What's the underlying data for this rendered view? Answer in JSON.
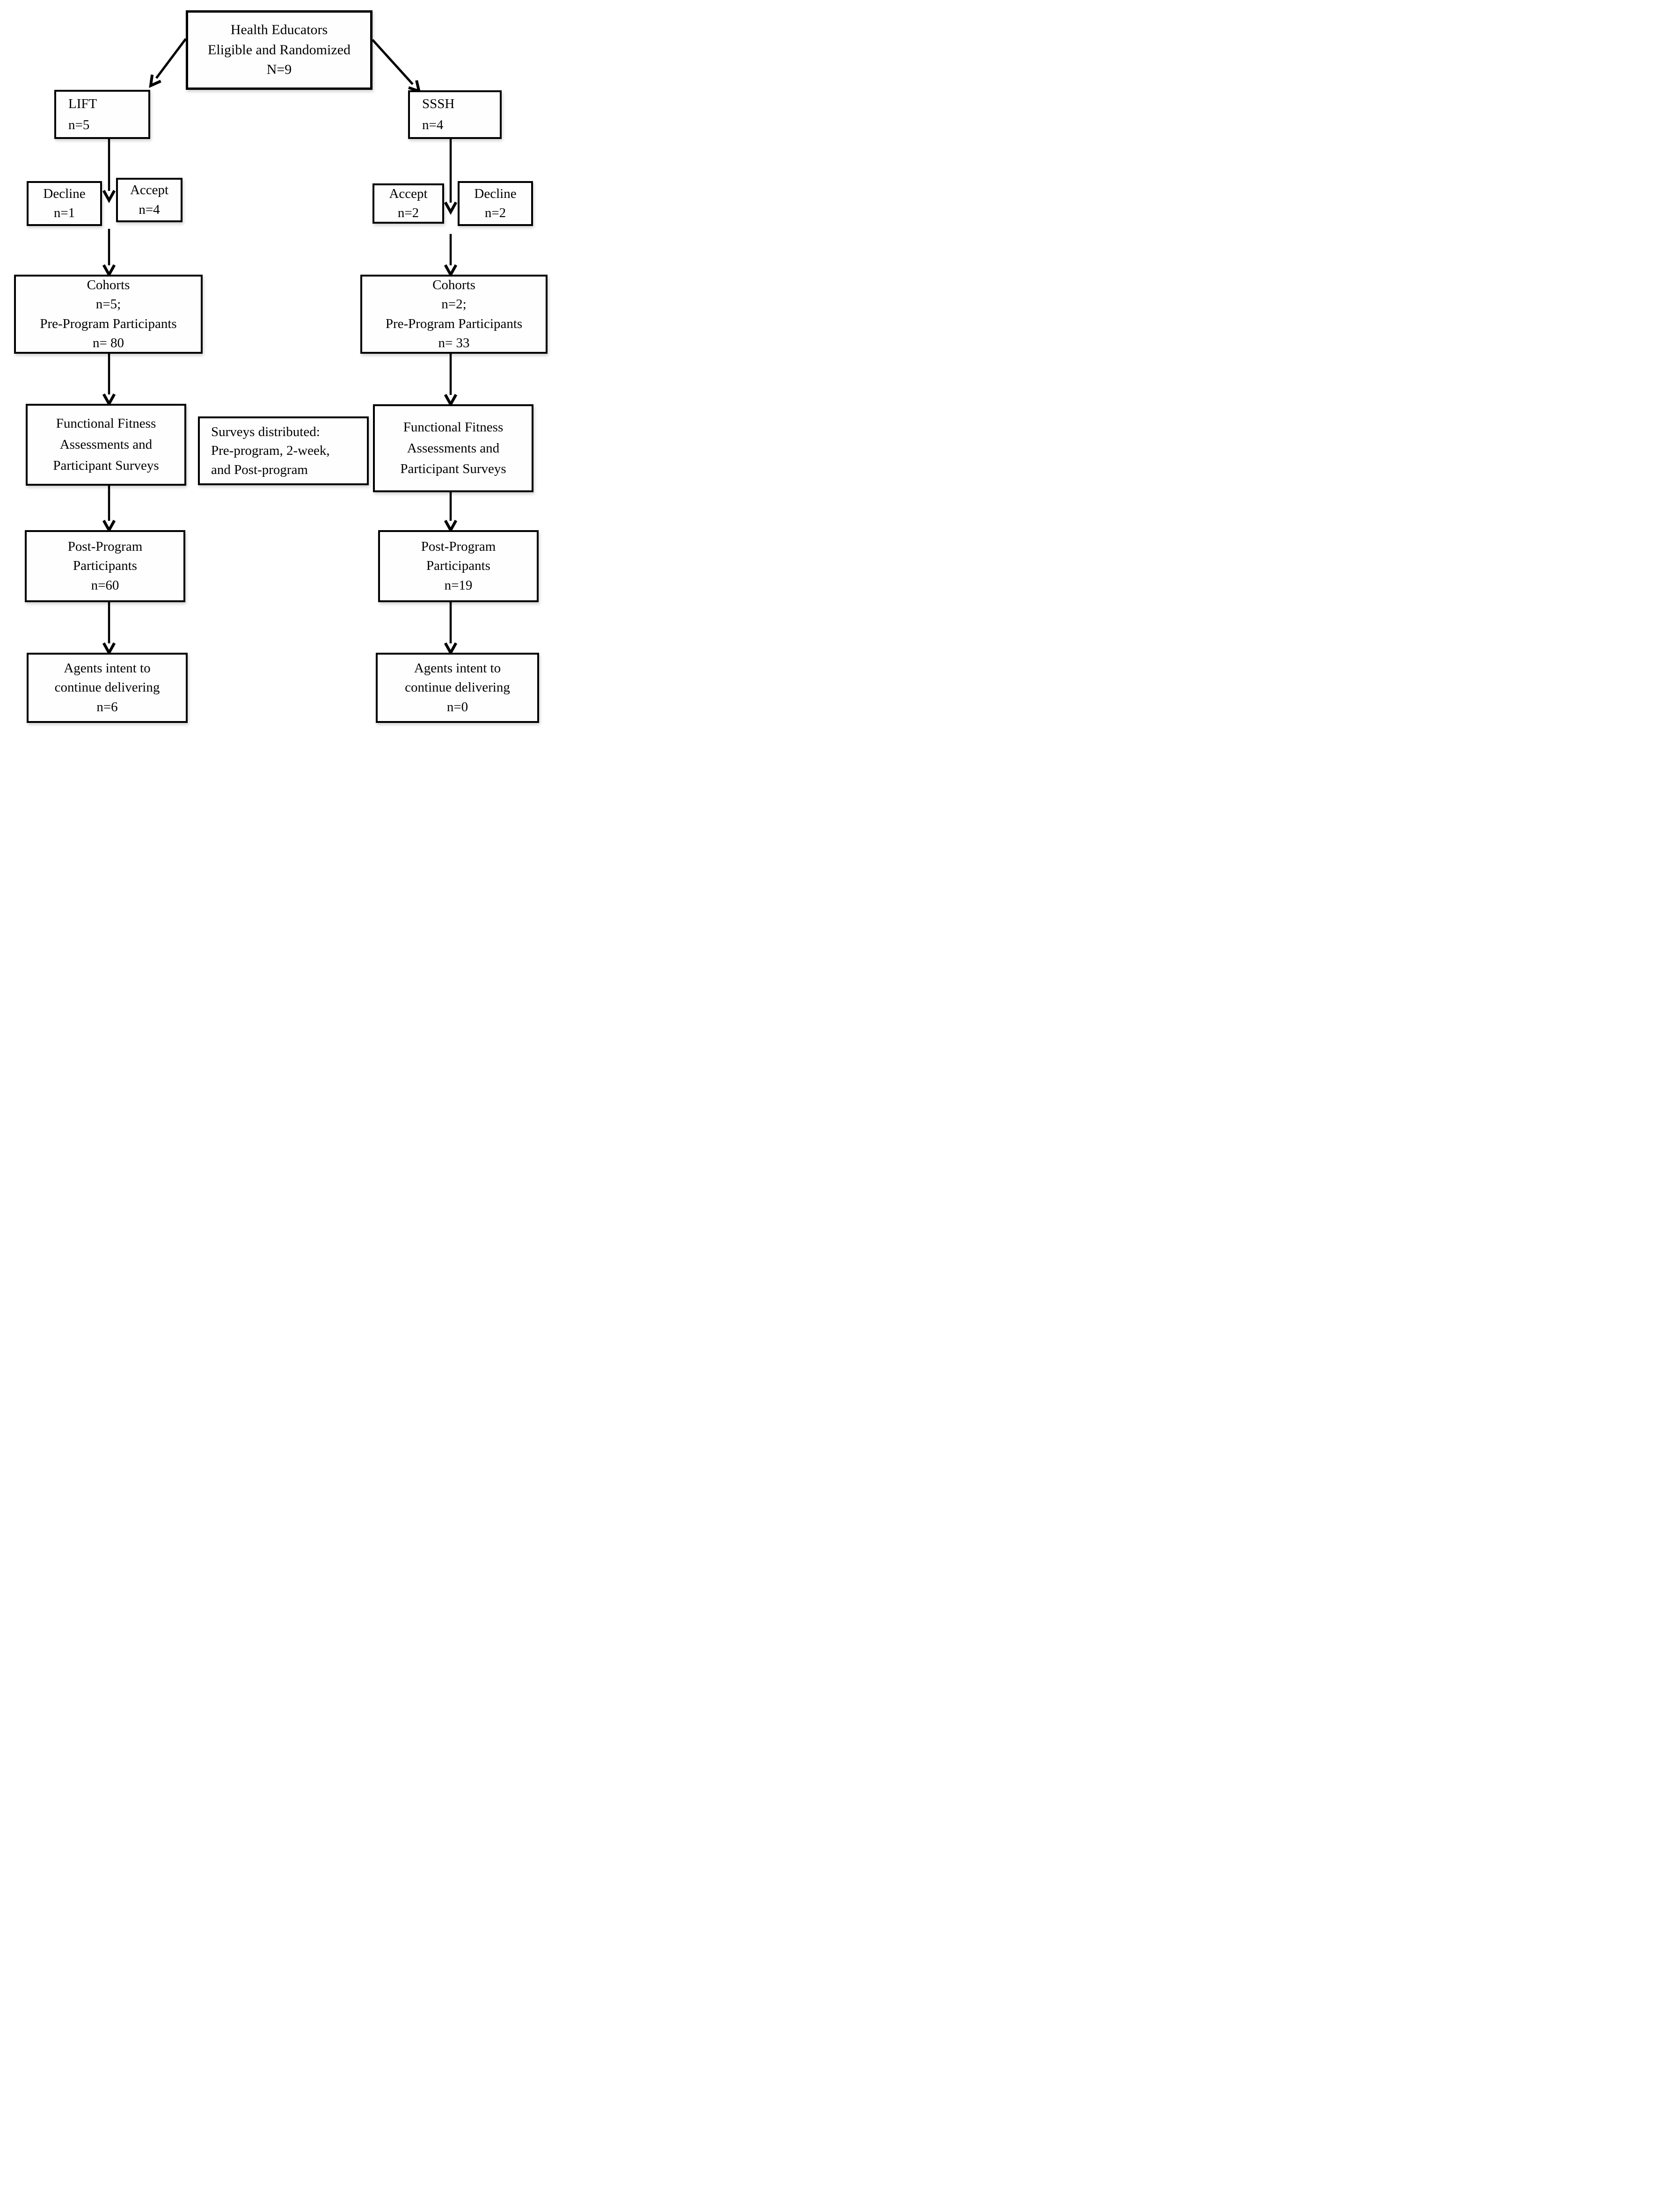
{
  "flow": {
    "top": {
      "lines": [
        "Health Educators",
        "Eligible and Randomized",
        "N=9"
      ]
    },
    "left": {
      "arm": {
        "lines": [
          "LIFT",
          "n=5"
        ]
      },
      "decline": {
        "lines": [
          "Decline",
          "n=1"
        ]
      },
      "accept": {
        "lines": [
          "Accept",
          "n=4"
        ]
      },
      "cohorts": {
        "lines": [
          "Cohorts",
          "n=5;",
          "Pre-Program Participants",
          "n= 80"
        ]
      },
      "assessments": {
        "lines": [
          "Functional Fitness",
          "Assessments and",
          "Participant Surveys"
        ]
      },
      "post": {
        "lines": [
          "Post-Program",
          "Participants",
          "n=60"
        ]
      },
      "agents": {
        "lines": [
          "Agents intent to",
          "continue delivering",
          "n=6"
        ]
      }
    },
    "right": {
      "arm": {
        "lines": [
          "SSSH",
          "n=4"
        ]
      },
      "accept": {
        "lines": [
          "Accept",
          "n=2"
        ]
      },
      "decline": {
        "lines": [
          "Decline",
          "n=2"
        ]
      },
      "cohorts": {
        "lines": [
          "Cohorts",
          "n=2;",
          "Pre-Program Participants",
          "n= 33"
        ]
      },
      "assessments": {
        "lines": [
          "Functional Fitness",
          "Assessments and",
          "Participant Surveys"
        ]
      },
      "post": {
        "lines": [
          "Post-Program",
          "Participants",
          "n=19"
        ]
      },
      "agents": {
        "lines": [
          "Agents intent to",
          "continue delivering",
          "n=0"
        ]
      }
    },
    "note": {
      "lines": [
        "Surveys distributed:",
        "Pre-program, 2-week,",
        "and Post-program"
      ]
    },
    "colors": {
      "border": "#000000",
      "fill": "#ffffff",
      "arrow": "#000000",
      "background": "#ffffff"
    }
  }
}
